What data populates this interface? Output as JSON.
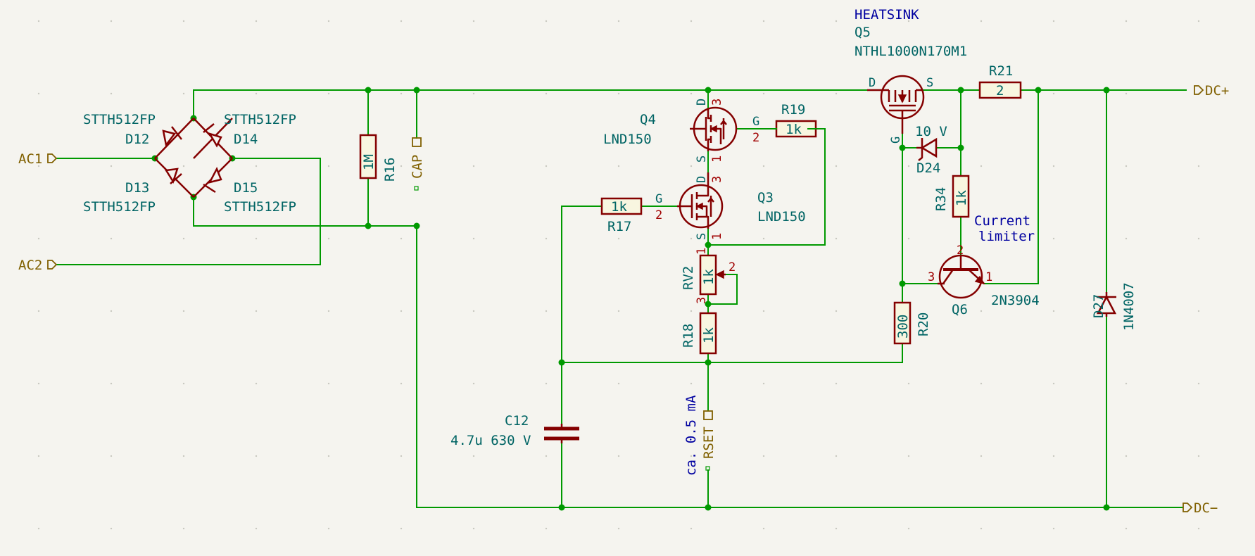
{
  "ports": {
    "ac1": "AC1",
    "ac2": "AC2",
    "dc_plus": "DC+",
    "dc_minus": "DC−",
    "cap": "CAP",
    "rset": "RSET"
  },
  "notes": {
    "heatsink": "HEATSINK",
    "current_limiter_1": "Current",
    "current_limiter_2": "limiter",
    "rset_current": "ca. 0.5 mA"
  },
  "components": {
    "d12": {
      "ref": "D12",
      "value": "STTH512FP"
    },
    "d13": {
      "ref": "D13",
      "value": "STTH512FP"
    },
    "d14": {
      "ref": "D14",
      "value": "STTH512FP"
    },
    "d15": {
      "ref": "D15",
      "value": "STTH512FP"
    },
    "r16": {
      "ref": "R16",
      "value": "1M"
    },
    "q4": {
      "ref": "Q4",
      "value": "LND150",
      "pin_g": "G",
      "pin_d": "D",
      "pin_s": "S",
      "pin_gn": "2",
      "pin_dn": "3",
      "pin_sn": "1"
    },
    "q3": {
      "ref": "Q3",
      "value": "LND150",
      "pin_g": "G",
      "pin_d": "D",
      "pin_s": "S",
      "pin_gn": "2",
      "pin_dn": "3",
      "pin_sn": "1"
    },
    "r19": {
      "ref": "R19",
      "value": "1k"
    },
    "r17": {
      "ref": "R17",
      "value": "1k"
    },
    "rv2": {
      "ref": "RV2",
      "value": "1k",
      "pin1": "1",
      "pin2": "2",
      "pin3": "3"
    },
    "r18": {
      "ref": "R18",
      "value": "1k"
    },
    "c12": {
      "ref": "C12",
      "value": "4.7u 630 V"
    },
    "q5": {
      "ref": "Q5",
      "value": "NTHL1000N170M1",
      "pin_d": "D",
      "pin_s": "S",
      "pin_g": "G"
    },
    "r21": {
      "ref": "R21",
      "value": "2"
    },
    "d24": {
      "ref": "D24",
      "value": "10 V"
    },
    "r34": {
      "ref": "R34",
      "value": "1k"
    },
    "q6": {
      "ref": "Q6",
      "value": "2N3904",
      "pin1": "1",
      "pin2": "2",
      "pin3": "3"
    },
    "r20": {
      "ref": "R20",
      "value": "300"
    },
    "d27": {
      "ref": "D27",
      "value": "1N4007"
    }
  }
}
